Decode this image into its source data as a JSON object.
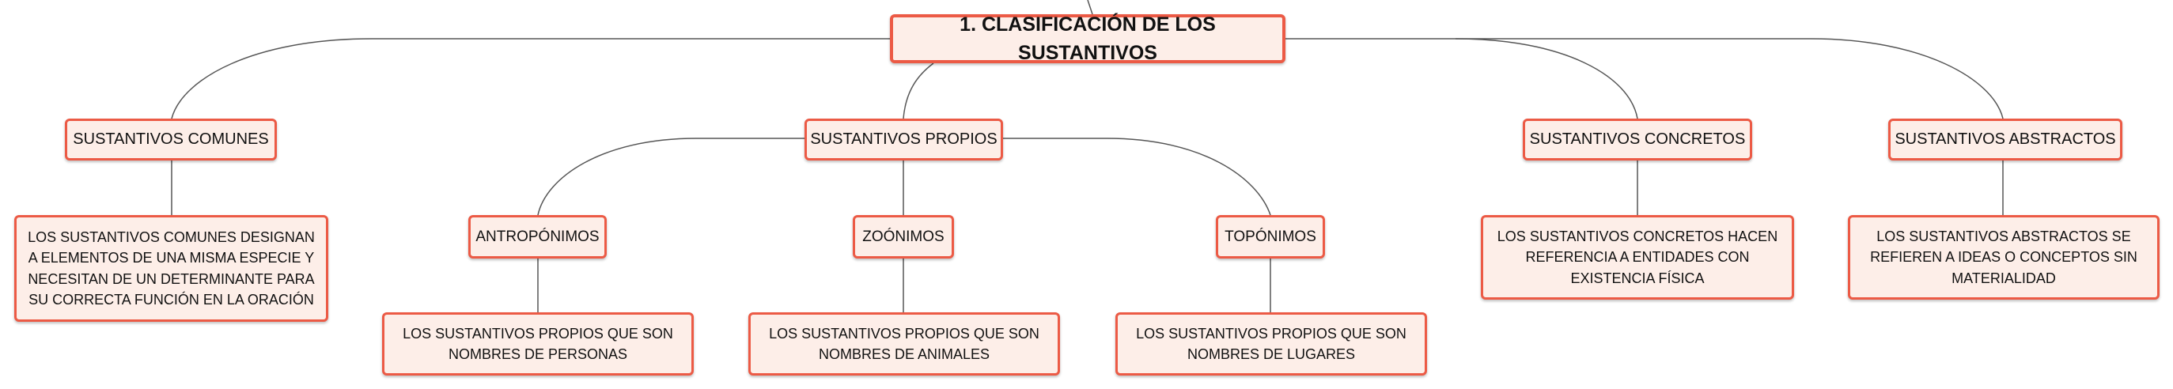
{
  "root": {
    "label": "1. CLASIFICACIÓN DE LOS SUSTANTIVOS"
  },
  "comunes": {
    "label": "SUSTANTIVOS COMUNES",
    "desc": "LOS SUSTANTIVOS COMUNES DESIGNAN A ELEMENTOS DE UNA MISMA ESPECIE Y NECESITAN DE UN DETERMINANTE PARA SU CORRECTA FUNCIÓN EN LA ORACIÓN"
  },
  "propios": {
    "label": "SUSTANTIVOS PROPIOS",
    "children": [
      {
        "label": "ANTROPÓNIMOS",
        "desc": "LOS SUSTANTIVOS PROPIOS QUE SON NOMBRES DE PERSONAS"
      },
      {
        "label": "ZOÓNIMOS",
        "desc": "LOS SUSTANTIVOS PROPIOS QUE SON NOMBRES DE ANIMALES"
      },
      {
        "label": "TOPÓNIMOS",
        "desc": "LOS SUSTANTIVOS PROPIOS QUE SON NOMBRES DE LUGARES"
      }
    ]
  },
  "concretos": {
    "label": "SUSTANTIVOS CONCRETOS",
    "desc": "LOS SUSTANTIVOS CONCRETOS HACEN REFERENCIA A ENTIDADES CON EXISTENCIA FÍSICA"
  },
  "abstractos": {
    "label": "SUSTANTIVOS ABSTRACTOS",
    "desc": "LOS SUSTANTIVOS ABSTRACTOS SE REFIEREN A IDEAS O CONCEPTOS SIN MATERIALIDAD"
  },
  "colors": {
    "border": "#ec5a45",
    "fill": "#fdeee8",
    "line": "#555555"
  }
}
